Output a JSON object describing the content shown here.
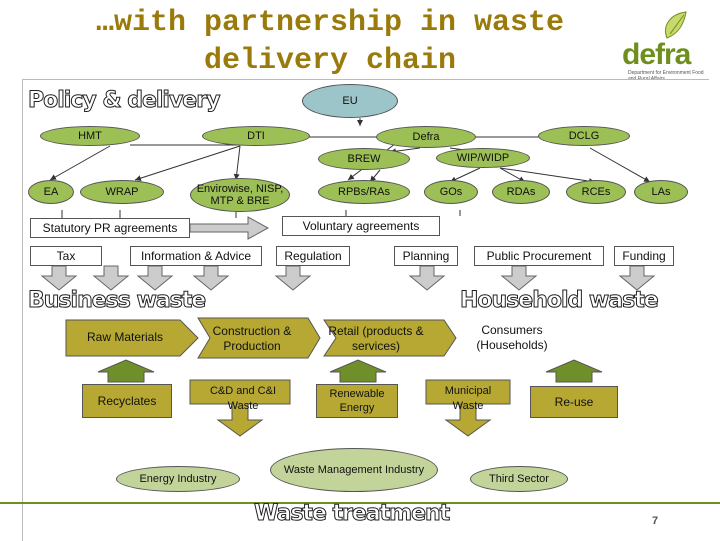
{
  "title": "…with partnership in waste delivery chain",
  "logo": {
    "name": "defra",
    "tagline": "Department for Environment Food and Rural Affairs"
  },
  "sections": {
    "policy": "Policy & delivery",
    "business": "Business waste",
    "household": "Household waste",
    "treatment": "Waste treatment"
  },
  "eu": "EU",
  "row1": {
    "hmt": "HMT",
    "dti": "DTI",
    "defra": "Defra",
    "dclg": "DCLG"
  },
  "row2": {
    "brew": "BREW",
    "wip": "WIP/WIDP"
  },
  "row3": {
    "ea": "EA",
    "wrap": "WRAP",
    "envirowise": "Envirowise, NISP, MTP & BRE",
    "rpbs": "RPBs/RAs",
    "gos": "GOs",
    "rdas": "RDAs",
    "rces": "RCEs",
    "las": "LAs"
  },
  "agreements": {
    "statutory": "Statutory PR agreements",
    "voluntary": "Voluntary agreements"
  },
  "instruments": {
    "tax": "Tax",
    "info": "Information & Advice",
    "regulation": "Regulation",
    "planning": "Planning",
    "procurement": "Public Procurement",
    "funding": "Funding"
  },
  "flow": {
    "raw_materials": "Raw Materials",
    "construction": "Construction & Production",
    "retail": "Retail (products & services)",
    "consumers": "Consumers (Households)",
    "recyclates": "Recyclates",
    "cdci": "C&D and C&I Waste",
    "renewable": "Renewable Energy",
    "municipal": "Municipal Waste",
    "reuse": "Re-use"
  },
  "treatment": {
    "energy": "Energy Industry",
    "wmi": "Waste Management Industry",
    "third": "Third Sector"
  },
  "page_number": "7",
  "colors": {
    "pill_green": "#9cbf56",
    "pill_light": "#c3d49a",
    "arrow_olive": "#b6a833",
    "arrow_gray": "#cccccc",
    "up_arrow_green": "#6f8f2a",
    "title_gold": "#9a7a0a",
    "brand_green": "#6e8f1e"
  }
}
